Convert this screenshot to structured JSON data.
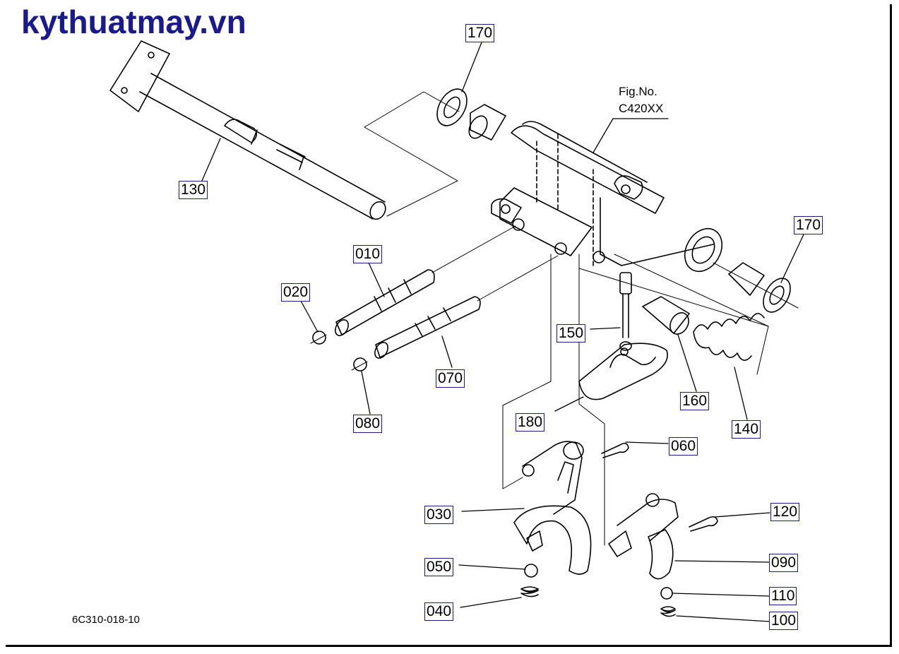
{
  "watermark": "kythuatmay.vn",
  "figure_ref": {
    "line1": "Fig.No.",
    "line2": "C420XX"
  },
  "drawing_code": "6C310-018-10",
  "colors": {
    "watermark": "#1a1a8c",
    "label_border": "#1a1a8c",
    "lines": "#000000"
  },
  "callouts": [
    {
      "id": "170a",
      "text": "170"
    },
    {
      "id": "170b",
      "text": "170"
    },
    {
      "id": "130",
      "text": "130"
    },
    {
      "id": "010",
      "text": "010"
    },
    {
      "id": "020",
      "text": "020"
    },
    {
      "id": "070",
      "text": "070"
    },
    {
      "id": "080",
      "text": "080"
    },
    {
      "id": "150",
      "text": "150"
    },
    {
      "id": "160",
      "text": "160"
    },
    {
      "id": "140",
      "text": "140"
    },
    {
      "id": "180",
      "text": "180"
    },
    {
      "id": "060",
      "text": "060"
    },
    {
      "id": "030",
      "text": "030"
    },
    {
      "id": "120",
      "text": "120"
    },
    {
      "id": "050",
      "text": "050"
    },
    {
      "id": "090",
      "text": "090"
    },
    {
      "id": "110",
      "text": "110"
    },
    {
      "id": "040",
      "text": "040"
    },
    {
      "id": "100",
      "text": "100"
    }
  ]
}
